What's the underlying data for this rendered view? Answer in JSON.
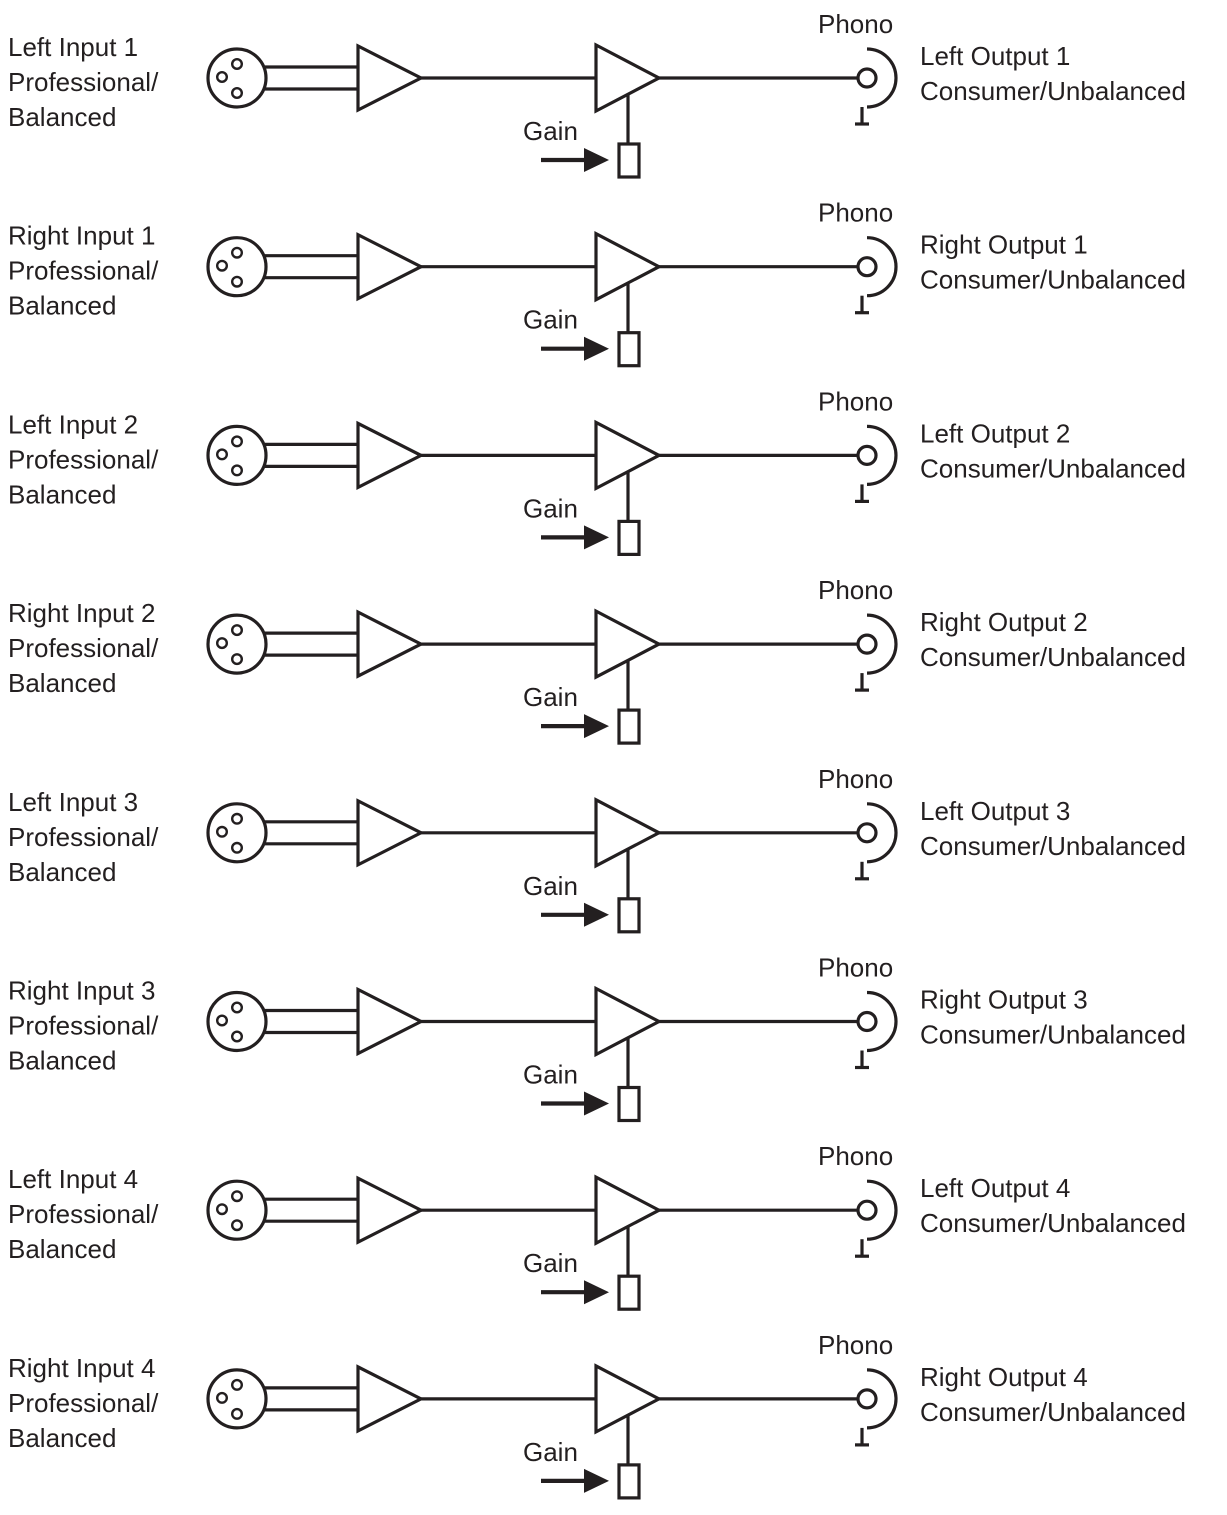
{
  "colors": {
    "ink": "#231f20",
    "background": "#ffffff"
  },
  "channels": [
    {
      "input_line1": "Left Input 1",
      "input_line2": "Professional/",
      "input_line3": "Balanced",
      "gain_label": "Gain",
      "jack_label": "Phono",
      "output_line1": "Left Output 1",
      "output_line2": "Consumer/Unbalanced"
    },
    {
      "input_line1": "Right Input 1",
      "input_line2": "Professional/",
      "input_line3": "Balanced",
      "gain_label": "Gain",
      "jack_label": "Phono",
      "output_line1": "Right Output 1",
      "output_line2": "Consumer/Unbalanced"
    },
    {
      "input_line1": "Left Input 2",
      "input_line2": "Professional/",
      "input_line3": "Balanced",
      "gain_label": "Gain",
      "jack_label": "Phono",
      "output_line1": "Left Output 2",
      "output_line2": "Consumer/Unbalanced"
    },
    {
      "input_line1": "Right Input 2",
      "input_line2": "Professional/",
      "input_line3": "Balanced",
      "gain_label": "Gain",
      "jack_label": "Phono",
      "output_line1": "Right Output 2",
      "output_line2": "Consumer/Unbalanced"
    },
    {
      "input_line1": "Left Input 3",
      "input_line2": "Professional/",
      "input_line3": "Balanced",
      "gain_label": "Gain",
      "jack_label": "Phono",
      "output_line1": "Left Output 3",
      "output_line2": "Consumer/Unbalanced"
    },
    {
      "input_line1": "Right Input 3",
      "input_line2": "Professional/",
      "input_line3": "Balanced",
      "gain_label": "Gain",
      "jack_label": "Phono",
      "output_line1": "Right Output 3",
      "output_line2": "Consumer/Unbalanced"
    },
    {
      "input_line1": "Left Input 4",
      "input_line2": "Professional/",
      "input_line3": "Balanced",
      "gain_label": "Gain",
      "jack_label": "Phono",
      "output_line1": "Left Output 4",
      "output_line2": "Consumer/Unbalanced"
    },
    {
      "input_line1": "Right Input 4",
      "input_line2": "Professional/",
      "input_line3": "Balanced",
      "gain_label": "Gain",
      "jack_label": "Phono",
      "output_line1": "Right Output 4",
      "output_line2": "Consumer/Unbalanced"
    }
  ]
}
